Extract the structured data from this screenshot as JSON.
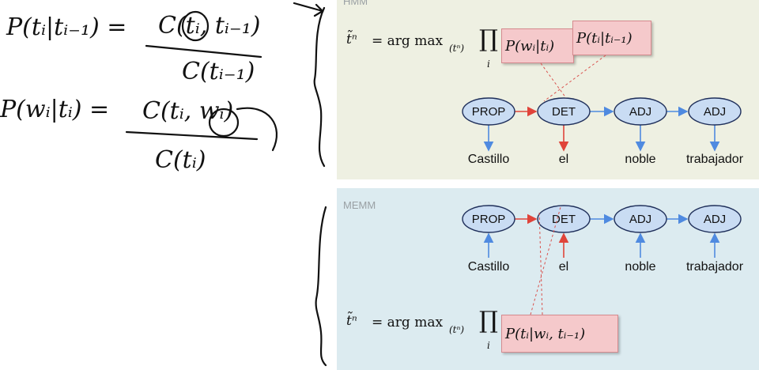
{
  "handwriting": {
    "eq1_lhs": "P(tᵢ|tᵢ₋₁) =",
    "eq1_num": "C(tᵢ, tᵢ₋₁)",
    "eq1_den": "C(tᵢ₋₁)",
    "eq2_lhs": "P(wᵢ|tᵢ) =",
    "eq2_num": "C(tᵢ, wᵢ)",
    "eq2_den": "C(tᵢ)"
  },
  "hmm": {
    "title": "HMM",
    "eq_lhs": "t̃ⁿ",
    "eq_mid": "= arg max",
    "eq_sub": "(tⁿ)",
    "eq_prod": "∏",
    "eq_index": "i",
    "term1": "P(wᵢ|tᵢ)",
    "term2": "P(tᵢ|tᵢ₋₁)",
    "nodes": [
      "PROP",
      "DET",
      "ADJ",
      "ADJ"
    ],
    "words": [
      "Castillo",
      "el",
      "noble",
      "trabajador"
    ]
  },
  "memm": {
    "title": "MEMM",
    "eq_lhs": "t̃ⁿ",
    "eq_mid": "= arg max",
    "eq_sub": "(tⁿ)",
    "eq_prod": "∏",
    "eq_index": "i",
    "term1": "P(tᵢ|wᵢ, tᵢ₋₁)",
    "nodes": [
      "PROP",
      "DET",
      "ADJ",
      "ADJ"
    ],
    "words": [
      "Castillo",
      "el",
      "noble",
      "trabajador"
    ]
  },
  "colors": {
    "node_fill": "#c9dcf3",
    "node_stroke": "#1f2f5a",
    "red_edge": "#e0443a",
    "blue_edge": "#4f8ae0",
    "dashed": "#d9534f"
  }
}
